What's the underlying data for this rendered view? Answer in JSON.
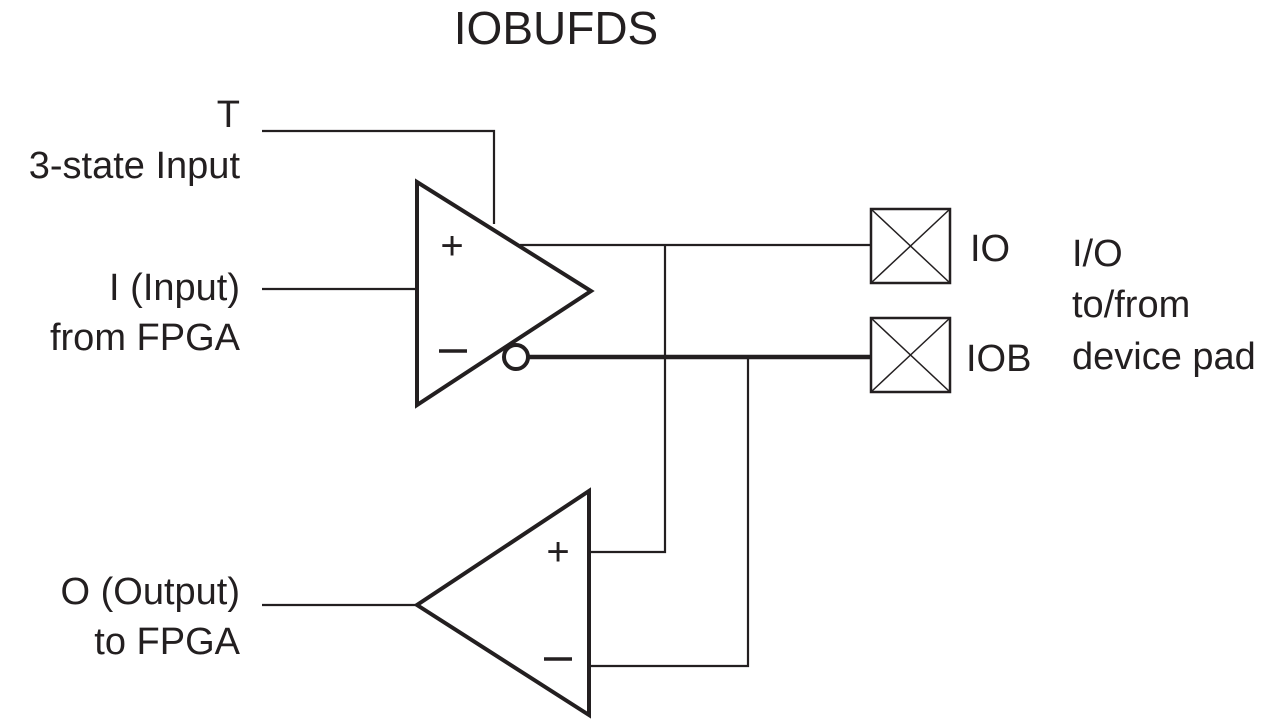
{
  "title": "IOBUFDS",
  "inputs": {
    "t_line1": "T",
    "t_line2": "3-state Input",
    "i_line1": "I (Input)",
    "i_line2": "from FPGA",
    "o_line1": "O (Output)",
    "o_line2": "to FPGA"
  },
  "pads": {
    "io_label": "IO",
    "iob_label": "IOB",
    "note_line1": "I/O",
    "note_line2": "to/from",
    "note_line3": "device pad"
  },
  "symbols": {
    "plus": "+",
    "minus": "−"
  }
}
